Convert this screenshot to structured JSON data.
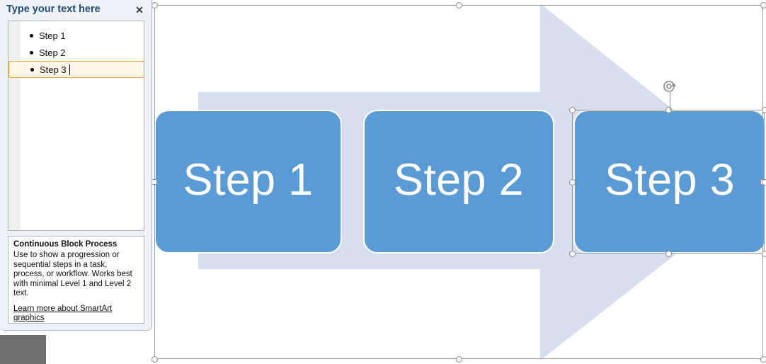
{
  "text_pane": {
    "title": "Type your text here",
    "close_label": "✕",
    "items": [
      {
        "label": "Step 1",
        "active": false
      },
      {
        "label": "Step 2",
        "active": false
      },
      {
        "label": "Step 3",
        "active": true
      }
    ],
    "description": {
      "title": "Continuous Block Process",
      "body": "Use to show a progression or sequential steps in a task, process, or workflow. Works best with minimal Level 1 and Level 2 text.",
      "link": "Learn more about SmartArt graphics"
    }
  },
  "canvas": {
    "smartart_type": "Continuous Block Process",
    "shapes": [
      {
        "label": "Step 1",
        "selected": false
      },
      {
        "label": "Step 2",
        "selected": false
      },
      {
        "label": "Step 3",
        "selected": true
      }
    ],
    "colors": {
      "box_fill": "#5B9BD5",
      "box_outline": "#FFFFFF",
      "arrow_fill": "#D6DEEF",
      "text": "#FFFFFF",
      "handle_stroke": "#8C8C8C",
      "frame_stroke": "#9A9A9A"
    },
    "rotate_handle_label": "rotate",
    "selected_shape": "Step 3"
  }
}
